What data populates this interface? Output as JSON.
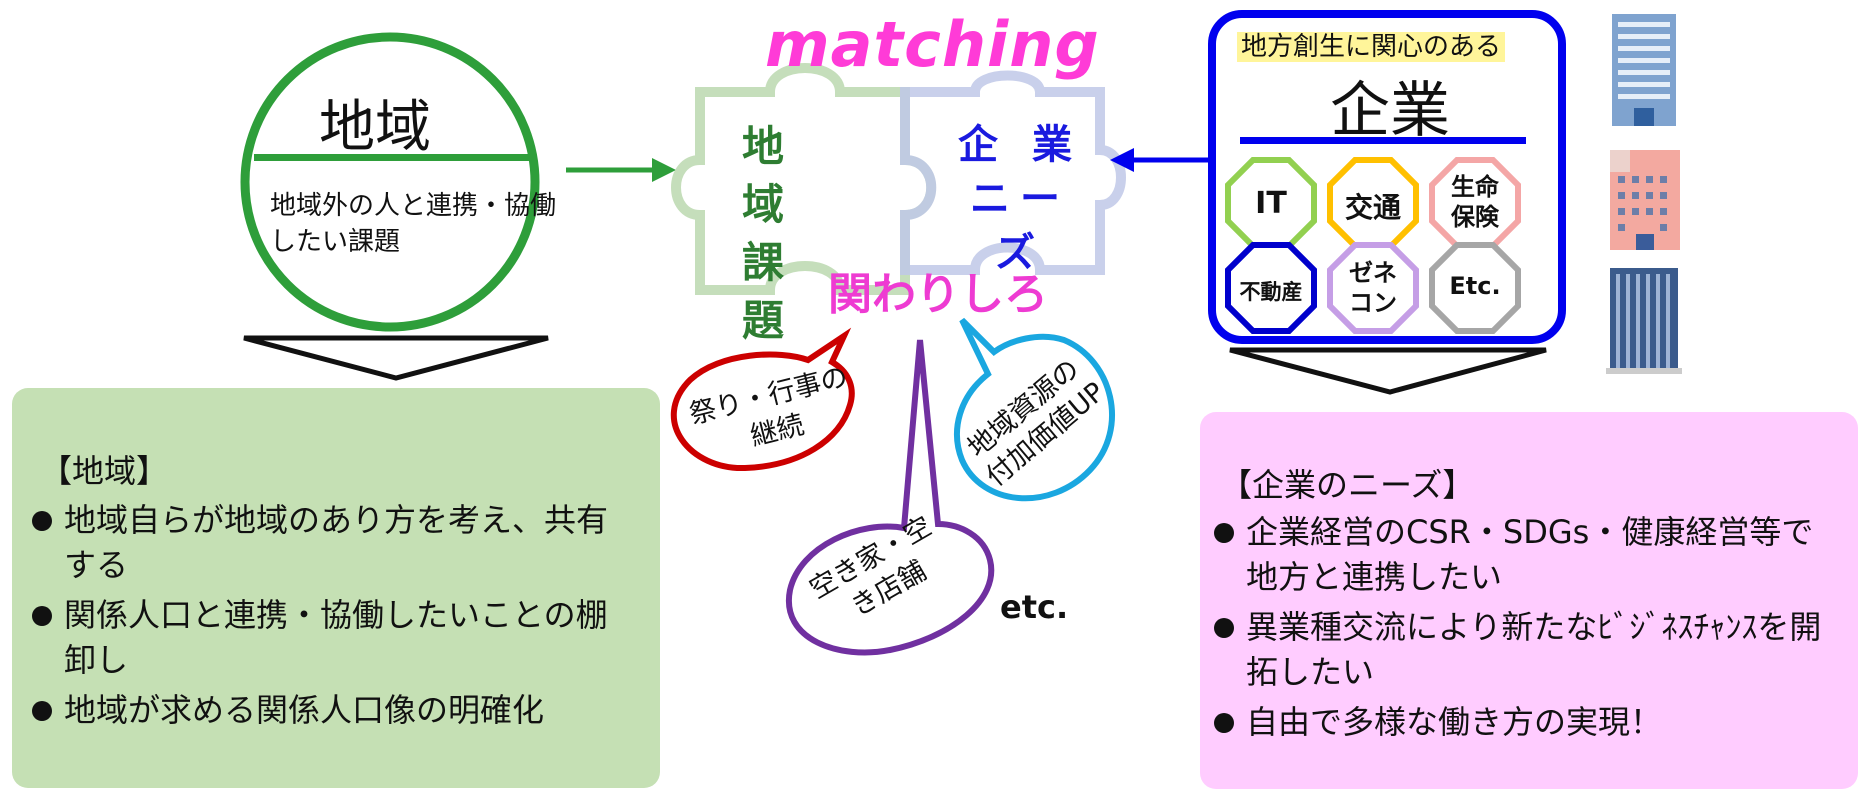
{
  "region": {
    "title": "地域",
    "description": "地域外の人と連携・協働したい課題"
  },
  "puzzle": {
    "matching": "matching",
    "left_line1": "地 域",
    "left_line2": "課 題",
    "right_line1": "企 業",
    "right_line2": "ニーズ",
    "kakawarishiro": "関わりしろ"
  },
  "balloons": {
    "festival": "祭り・行事の継続",
    "resources": "地域資源の付加価値UP",
    "vacant": "空き家・空き店舗",
    "etc": "etc."
  },
  "company": {
    "subtitle": "地方創生に関心のある",
    "title": "企業",
    "categories": [
      {
        "label": "IT",
        "color": "#92d050"
      },
      {
        "label": "交通",
        "color": "#ffc000"
      },
      {
        "label": "生命保険",
        "color": "#f4a6a6"
      },
      {
        "label": "不動産",
        "color": "#0000cc"
      },
      {
        "label": "ゼネコン",
        "color": "#c59ee6"
      },
      {
        "label": "Etc.",
        "color": "#a6a6a6"
      }
    ]
  },
  "left_panel": {
    "heading": "【地域】",
    "items": [
      "地域自らが地域のあり方を考え、共有する",
      "関係人口と連携・協働したいことの棚卸し",
      "地域が求める関係人口像の明確化"
    ]
  },
  "right_panel": {
    "heading": "【企業のニーズ】",
    "items": [
      "企業経営のCSR・SDGs・健康経営等で地方と連携したい",
      "異業種交流により新たなﾋﾞｼﾞﾈｽﾁｬﾝｽを開拓したい",
      "自由で多様な働き方の実現！"
    ]
  },
  "colors": {
    "region_green": "#2e9e3a",
    "company_blue": "#0000ee",
    "matching_pink": "#ff3bd7",
    "left_panel_bg": "#c5e0b4",
    "right_panel_bg": "#ffccff"
  }
}
